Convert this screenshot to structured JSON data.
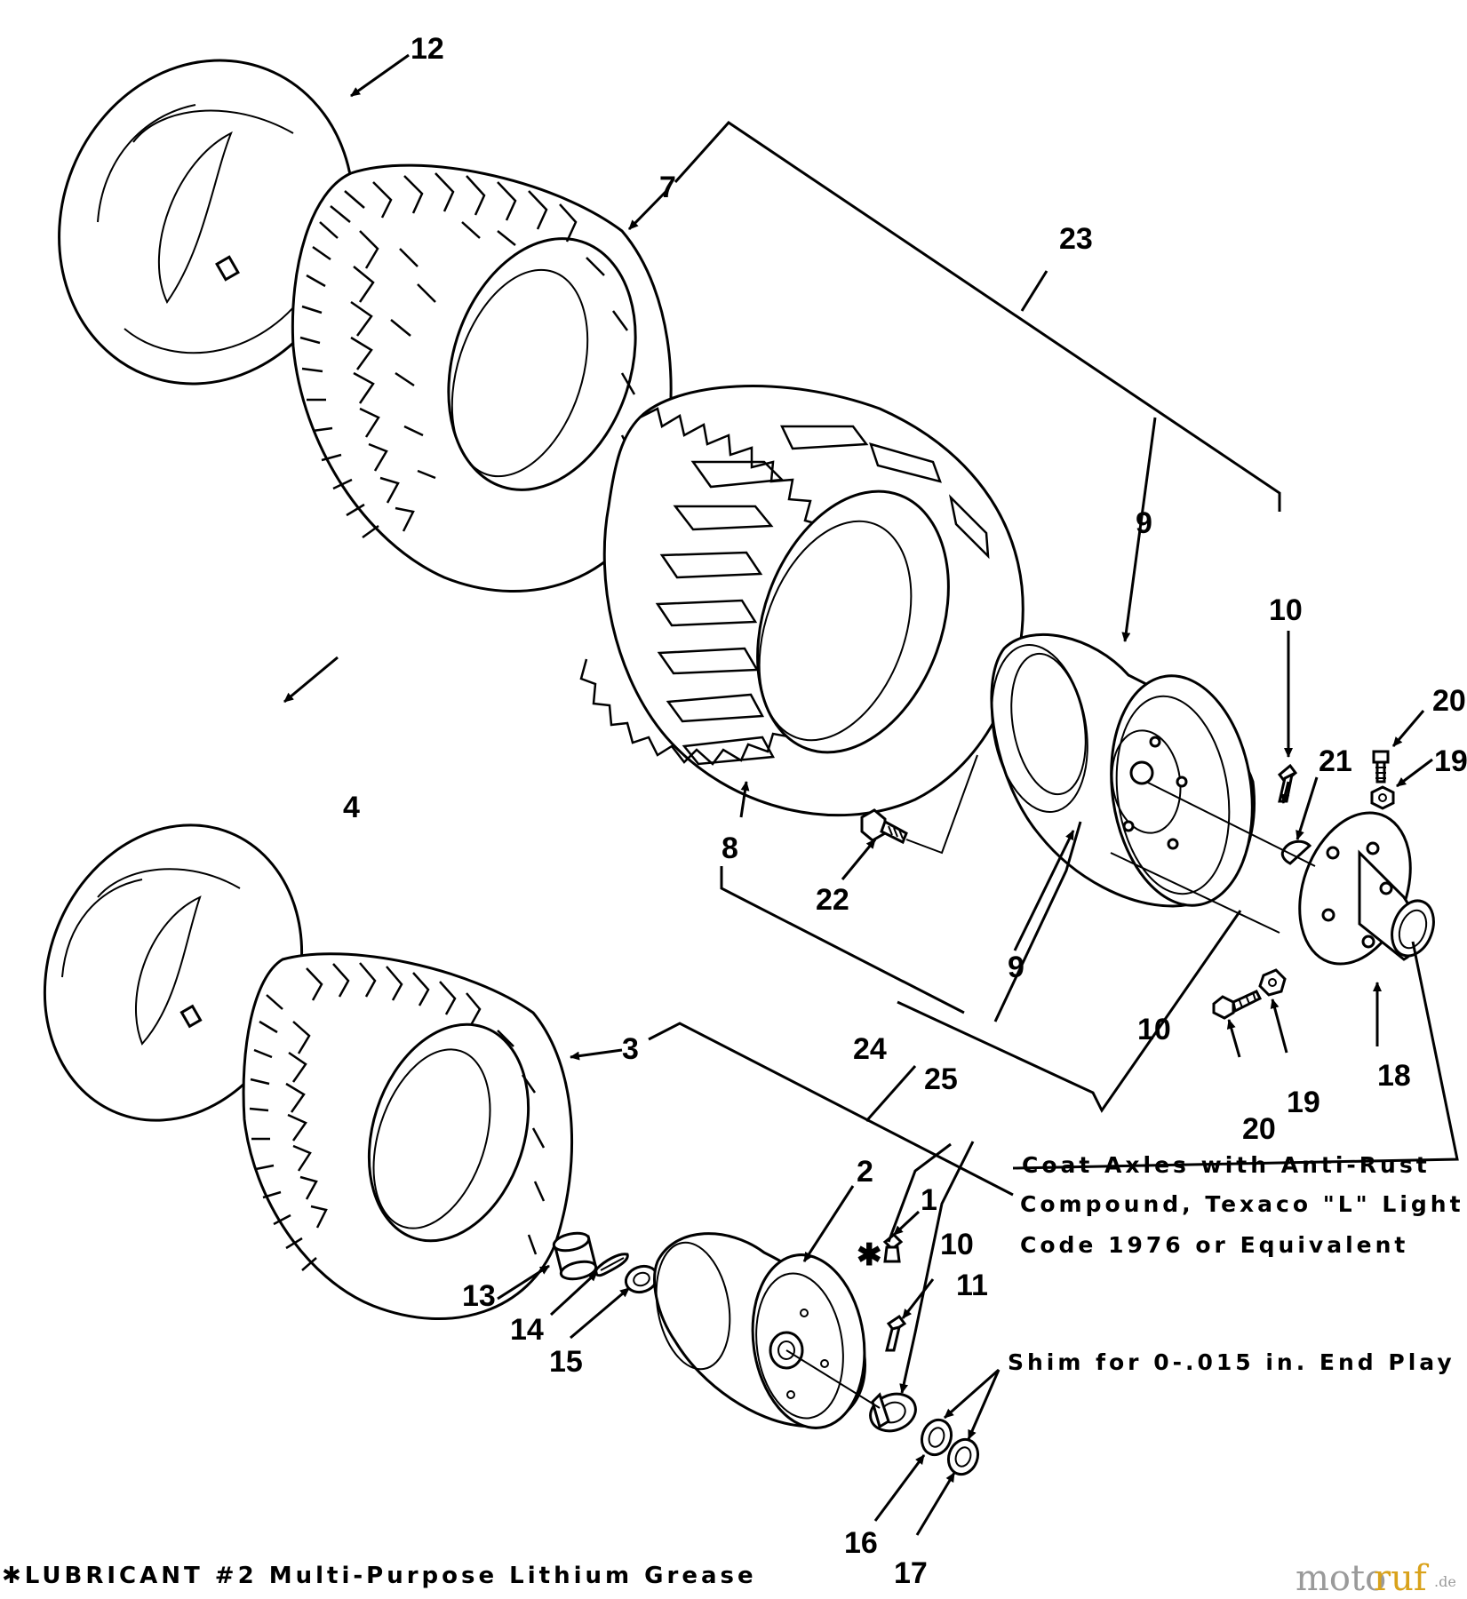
{
  "callouts": {
    "c1": "1",
    "c2": "2",
    "c3": "3",
    "c4": "4",
    "c7": "7",
    "c8": "8",
    "c9a": "9",
    "c9b": "9",
    "c10a": "10",
    "c10b": "10",
    "c10c": "10",
    "c11": "11",
    "c12": "12",
    "c13": "13",
    "c14": "14",
    "c15": "15",
    "c16": "16",
    "c17": "17",
    "c18": "18",
    "c19a": "19",
    "c19b": "19",
    "c20a": "20",
    "c20b": "20",
    "c21": "21",
    "c22": "22",
    "c23": "23",
    "c24": "24",
    "c25": "25",
    "star": "✱"
  },
  "notes": {
    "coat_line1": "Coat Axles with Anti-Rust",
    "coat_line2": "Compound, Texaco \"L\" Light",
    "coat_line3": "Code 1976 or Equivalent",
    "shim": "Shim for 0-.015 in. End Play"
  },
  "footnote": "✱LUBRICANT #2 Multi-Purpose Lithium Grease",
  "watermark": {
    "a": "moto",
    "b": "ruf",
    "c": ".de"
  },
  "colors": {
    "line": "#000000",
    "watermark_gray": "#9a9a9a",
    "watermark_gold": "#d9a21b"
  }
}
